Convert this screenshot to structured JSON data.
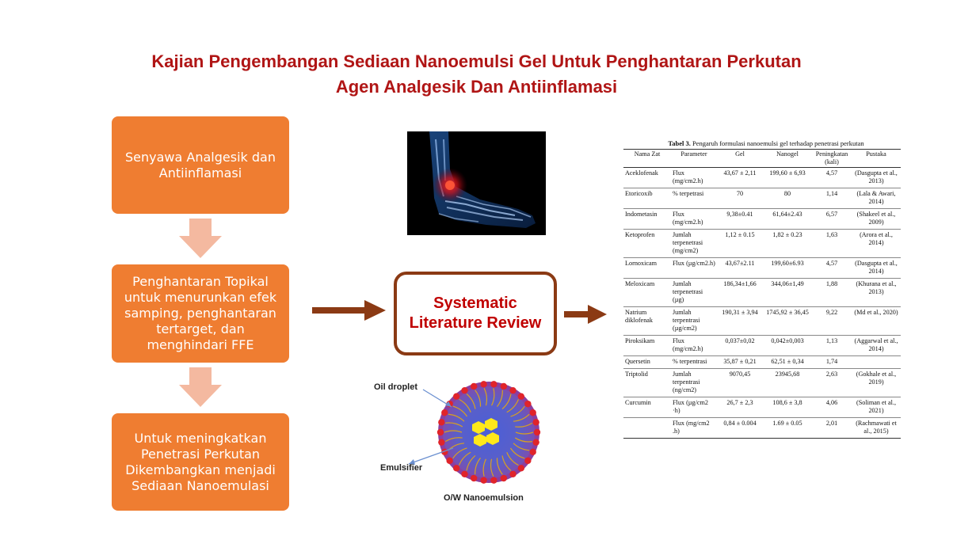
{
  "title": {
    "line1": "Kajian Pengembangan Sediaan Nanoemulsi Gel Untuk Penghantaran Perkutan",
    "line2": "Agen Analgesik Dan Antiinflamasi"
  },
  "flow": {
    "box1": "Senyawa Analgesik dan Antiinflamasi",
    "box2": "Penghantaran Topikal untuk menurunkan efek samping, penghantaran tertarget, dan menghindari FFE",
    "box3": "Untuk meningkatkan Penetrasi Perkutan Dikembangkan menjadi Sediaan Nanoemulasi",
    "center_line1": "Systematic",
    "center_line2": "Literature Review"
  },
  "nanoemulsion": {
    "oil_droplet": "Oil droplet",
    "emulsifier": "Emulsifier",
    "caption": "O/W Nanoemulsion"
  },
  "colors": {
    "title": "#b01515",
    "box": "#ef7d31",
    "down_arrow": "#f4b9a0",
    "slr_border": "#8b3a14",
    "slr_text": "#c00000"
  },
  "table": {
    "caption_bold": "Tabel 3.",
    "caption_rest": " Pengaruh formulasi nanoemulsi gel terhadap penetrasi perkutan",
    "headers": [
      "Nama Zat",
      "Parameter",
      "Gel",
      "Nanogel",
      "Peningkatan (kali)",
      "Pustaka"
    ],
    "rows": [
      {
        "zat": "Aceklofenak",
        "param": "Flux (mg/cm2.h)",
        "gel": "43,67 ± 2,11",
        "nano": "199,60 ± 6,93",
        "kali": "4,57",
        "pustaka": "(Dasgupta et al., 2013)"
      },
      {
        "zat": "Etoricoxib",
        "param": "% terpetrasi",
        "gel": "70",
        "nano": "80",
        "kali": "1,14",
        "pustaka": "(Lala & Awari, 2014)"
      },
      {
        "zat": "Indometasin",
        "param": "Flux (mg/cm2.h)",
        "gel": "9,38±0.41",
        "nano": "61,64±2.43",
        "kali": "6,57",
        "pustaka": "(Shakeel et al., 2009)"
      },
      {
        "zat": "Ketoprofen",
        "param": "Jumlah terpenetrasi (mg/cm2)",
        "gel": "1,12 ± 0.15",
        "nano": "1,82 ± 0.23",
        "kali": "1,63",
        "pustaka": "(Arora et al., 2014)"
      },
      {
        "zat": "Lornoxicam",
        "param": "Flux (µg/cm2.h)",
        "gel": "43,67±2.11",
        "nano": "199,60±6.93",
        "kali": "4,57",
        "pustaka": "(Dasgupta et al., 2014)"
      },
      {
        "zat": "Meloxicam",
        "param": "Jumlah terpenetrasi (µg)",
        "gel": "186,34±1,66",
        "nano": "344,06±1,49",
        "kali": "1,88",
        "pustaka": "(Khurana et al., 2013)"
      },
      {
        "zat": "Natrium diklofenak",
        "param": "Jumlah terpentrasi (µg/cm2)",
        "gel": "190,31 ± 3,94",
        "nano": "1745,92 ± 36,45",
        "kali": "9,22",
        "pustaka": "(Md et al., 2020)"
      },
      {
        "zat": "Piroksikam",
        "param": "Flux (mg/cm2.h)",
        "gel": "0,037±0,02",
        "nano": "0,042±0,003",
        "kali": "1,13",
        "pustaka": "(Aggarwal et al., 2014)"
      },
      {
        "zat": "Quersetin",
        "param": "% terpentrasi",
        "gel": "35,87 ± 0,21",
        "nano": "62,51 ± 0,34",
        "kali": "1,74",
        "pustaka": ""
      },
      {
        "zat": "Triptolid",
        "param": "Jumlah terpentrasi (ng/cm2)",
        "gel": "9070,45",
        "nano": "23945,68",
        "kali": "2,63",
        "pustaka": "(Gokhale et al., 2019)"
      },
      {
        "zat": "Curcumin",
        "param": "Flux (µg/cm2 ·h)",
        "gel": "26,7 ± 2,3",
        "nano": "108,6 ± 3,8",
        "kali": "4,06",
        "pustaka": "(Soliman et al., 2021)"
      },
      {
        "zat": "",
        "param": "Flux (mg/cm2 .h)",
        "gel": "0,84 ± 0.004",
        "nano": "1.69 ± 0.05",
        "kali": "2,01",
        "pustaka": "(Rachmawati et al., 2015)"
      }
    ]
  }
}
